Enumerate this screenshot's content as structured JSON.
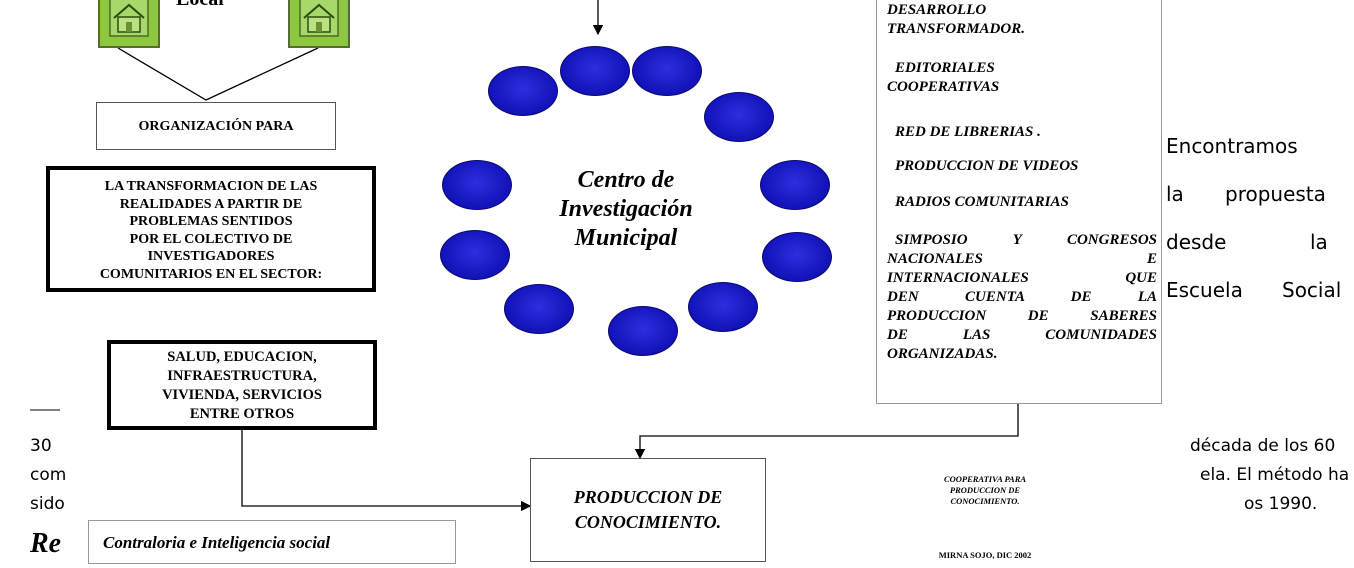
{
  "diagram": {
    "local_label": "Local",
    "organizacion_label": "ORGANIZACIÓN PARA",
    "transformacion_lines": [
      "LA TRANSFORMACION DE LAS",
      "REALIDADES A PARTIR DE",
      "PROBLEMAS SENTIDOS",
      "POR EL COLECTIVO DE",
      "INVESTIGADORES",
      "COMUNITARIOS EN  EL SECTOR:"
    ],
    "sectores_lines": [
      "SALUD, EDUCACION,",
      "INFRAESTRUCTURA,",
      "VIVIENDA, SERVICIOS",
      "ENTRE OTROS"
    ],
    "centro_lines": [
      "Centro de",
      "Investigación",
      "Municipal"
    ],
    "right_panel": {
      "item1_lines": [
        "DESARROLLO",
        "TRANSFORMADOR."
      ],
      "item2_lines": [
        "EDITORIALES",
        "COOPERATIVAS"
      ],
      "item3": "RED DE LIBRERIAS .",
      "item4": "PRODUCCION DE VIDEOS",
      "item5": "RADIOS COMUNITARIAS",
      "item6_lines": [
        "SIMPOSIO  Y  CONGRESOS",
        "NACIONALES E",
        "INTERNACIONALES QUE",
        "DEN CUENTA DE LA",
        "PRODUCCION DE SABERES",
        "DE LAS COMUNIDADES",
        "ORGANIZADAS."
      ]
    },
    "produccion_lines": [
      "PRODUCCION DE",
      "CONOCIMIENTO."
    ],
    "contraloria": "Contraloria e Inteligencia social",
    "cooperativa_lines": [
      "COOPERATIVA PARA",
      "PRODUCCION DE",
      "CONOCIMIENTO."
    ],
    "author": "MIRNA SOJO, DIC 2002"
  },
  "body_text": {
    "lines": [
      "Encontramos",
      "la",
      "propuesta",
      "desde",
      "la",
      "Escuela",
      "Social"
    ],
    "heading_fragment": "Re"
  },
  "footnote": {
    "number": "30",
    "line1_left": "com",
    "line2_left": "sido",
    "line1_right": "década de los 60",
    "line2_right": "ela. El método ha",
    "line3_right": "os 1990."
  },
  "colors": {
    "oval": "#1414c0",
    "house": "#8dc63f"
  }
}
